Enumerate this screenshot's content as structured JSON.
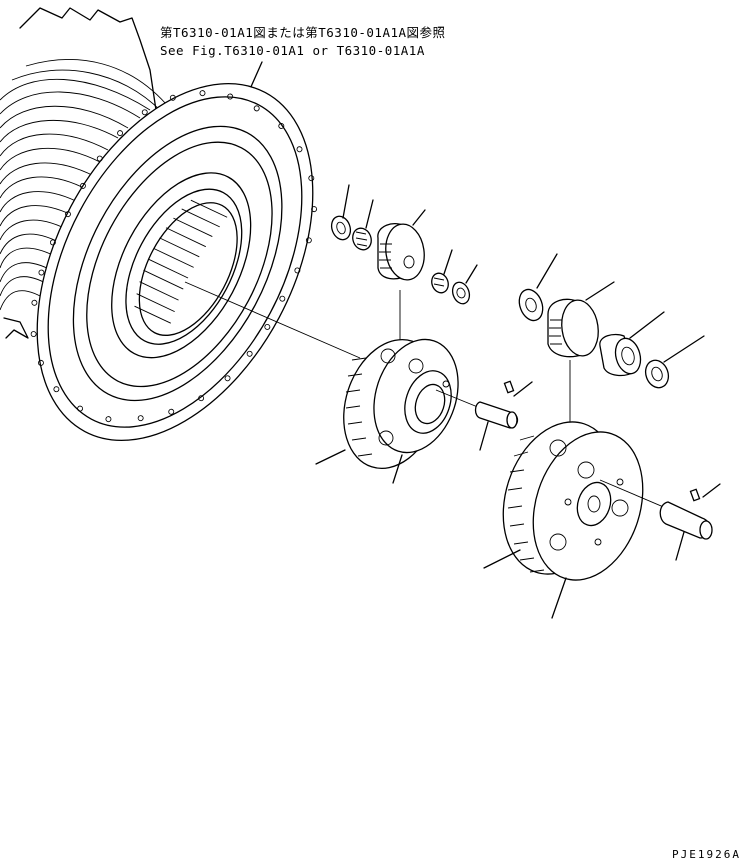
{
  "reference": {
    "line_jp": "第T6310-01A1図または第T6310-01A1A図参照",
    "line_en": "See Fig.T6310-01A1 or T6310-01A1A"
  },
  "drawing_code": "PJE1926A",
  "colors": {
    "ink": "#000000",
    "paper": "#ffffff"
  }
}
